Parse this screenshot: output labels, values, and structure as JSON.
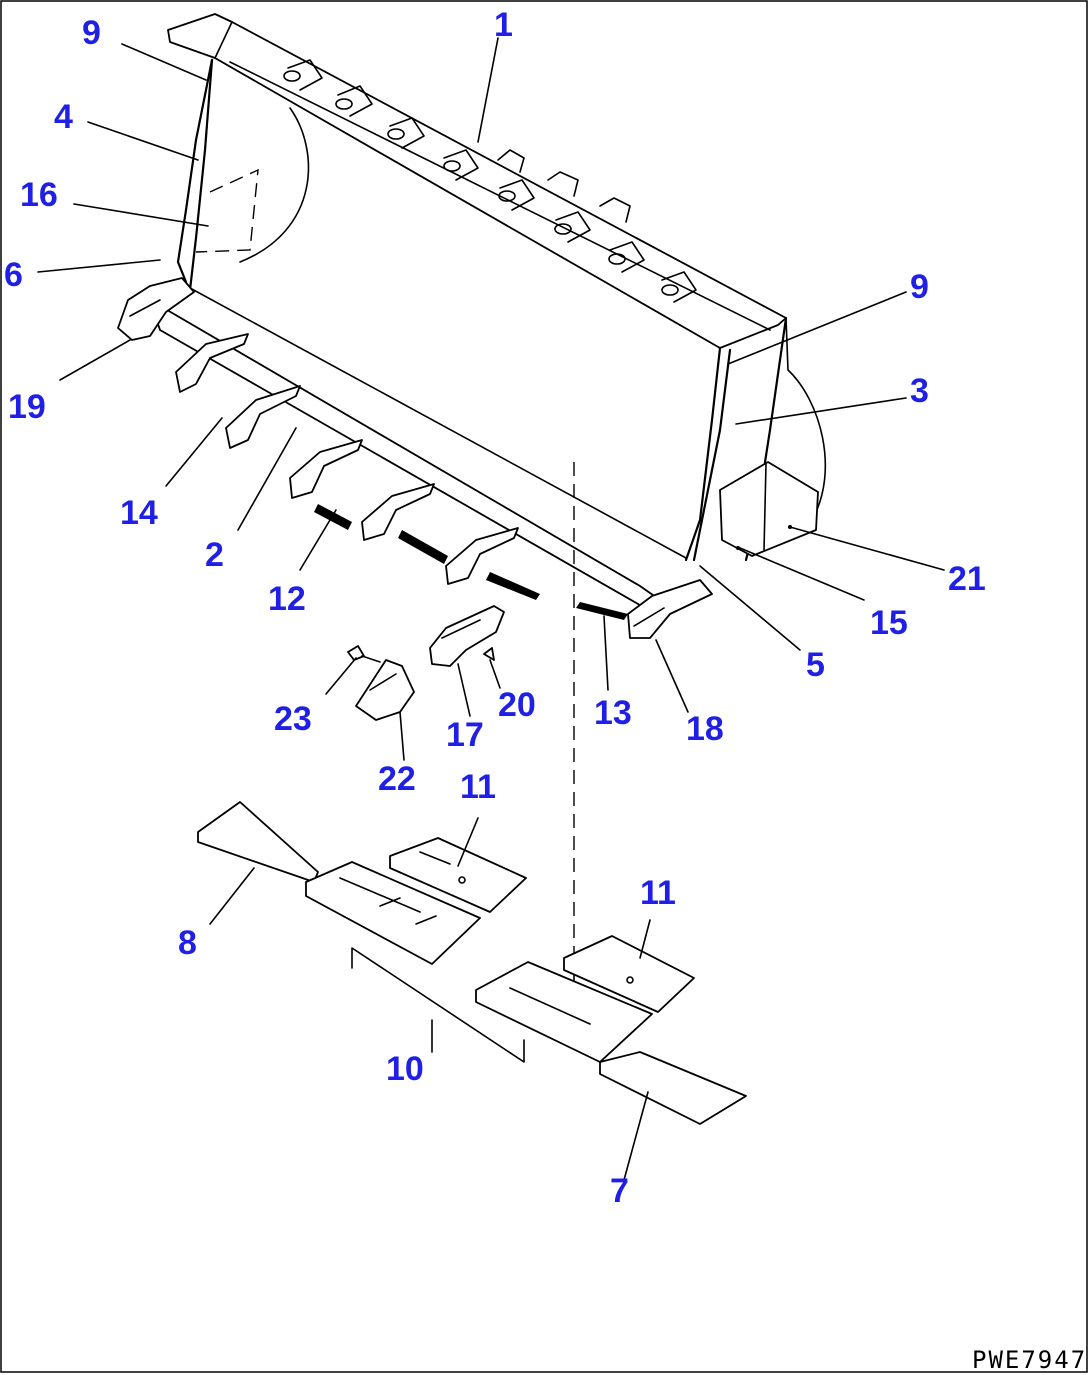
{
  "drawing_code": "PWE7947",
  "callouts": [
    {
      "id": "c1",
      "text": "1"
    },
    {
      "id": "c2",
      "text": "2"
    },
    {
      "id": "c3",
      "text": "3"
    },
    {
      "id": "c4",
      "text": "4"
    },
    {
      "id": "c5",
      "text": "5"
    },
    {
      "id": "c6",
      "text": "6"
    },
    {
      "id": "c7",
      "text": "7"
    },
    {
      "id": "c8",
      "text": "8"
    },
    {
      "id": "c9a",
      "text": "9"
    },
    {
      "id": "c9b",
      "text": "9"
    },
    {
      "id": "c10",
      "text": "10"
    },
    {
      "id": "c11a",
      "text": "11"
    },
    {
      "id": "c11b",
      "text": "11"
    },
    {
      "id": "c12",
      "text": "12"
    },
    {
      "id": "c13",
      "text": "13"
    },
    {
      "id": "c14",
      "text": "14"
    },
    {
      "id": "c15",
      "text": "15"
    },
    {
      "id": "c16",
      "text": "16"
    },
    {
      "id": "c17",
      "text": "17"
    },
    {
      "id": "c18",
      "text": "18"
    },
    {
      "id": "c19",
      "text": "19"
    },
    {
      "id": "c20",
      "text": "20"
    },
    {
      "id": "c21",
      "text": "21"
    },
    {
      "id": "c22",
      "text": "22"
    },
    {
      "id": "c23",
      "text": "23"
    }
  ]
}
